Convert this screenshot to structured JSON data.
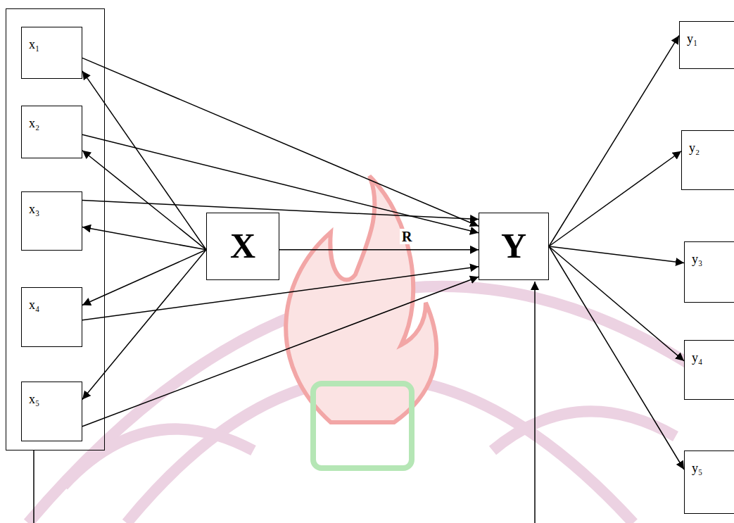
{
  "diagram": {
    "nodes": [
      {
        "text": []
      },
      {
        "text": [
          "x₁"
        ],
        "in": 0
      },
      {
        "text": [
          "x₂"
        ],
        "in": 0
      },
      {
        "text": [
          "x₃"
        ],
        "in": 0
      },
      {
        "text": [
          "x₄"
        ],
        "in": 0
      },
      {
        "text": [
          "x₅"
        ],
        "in": 0
      },
      {
        "text": [
          "X"
        ]
      },
      {
        "text": [
          "Y"
        ]
      },
      {
        "text": [
          "y₁"
        ]
      },
      {
        "text": [
          "y₂"
        ]
      },
      {
        "text": [
          "y₃"
        ]
      },
      {
        "text": [
          "y₄"
        ]
      },
      {
        "text": [
          "y₅"
        ]
      }
    ],
    "edges": [
      {
        "from": 6,
        "to": 1,
        "arrow": "to"
      },
      {
        "from": 6,
        "to": 2,
        "arrow": "to"
      },
      {
        "from": 6,
        "to": 3,
        "arrow": "to"
      },
      {
        "from": 6,
        "to": 4,
        "arrow": "to"
      },
      {
        "from": 6,
        "to": 5,
        "arrow": "to"
      },
      {
        "from": 1,
        "to": 7,
        "arrow": "to"
      },
      {
        "from": 2,
        "to": 7,
        "arrow": "to"
      },
      {
        "from": 3,
        "to": 7,
        "arrow": "to"
      },
      {
        "from": 4,
        "to": 7,
        "arrow": "to"
      },
      {
        "from": 5,
        "to": 7,
        "arrow": "to"
      },
      {
        "from": 6,
        "to": 7,
        "label": "R",
        "arrow": "to"
      },
      {
        "from": 7,
        "to": 8,
        "arrow": "to"
      },
      {
        "from": 7,
        "to": 9,
        "arrow": "to"
      },
      {
        "from": 7,
        "to": 10,
        "arrow": "to"
      },
      {
        "from": 7,
        "to": 11,
        "arrow": "to"
      },
      {
        "from": 7,
        "to": 12,
        "arrow": "to"
      }
    ]
  }
}
